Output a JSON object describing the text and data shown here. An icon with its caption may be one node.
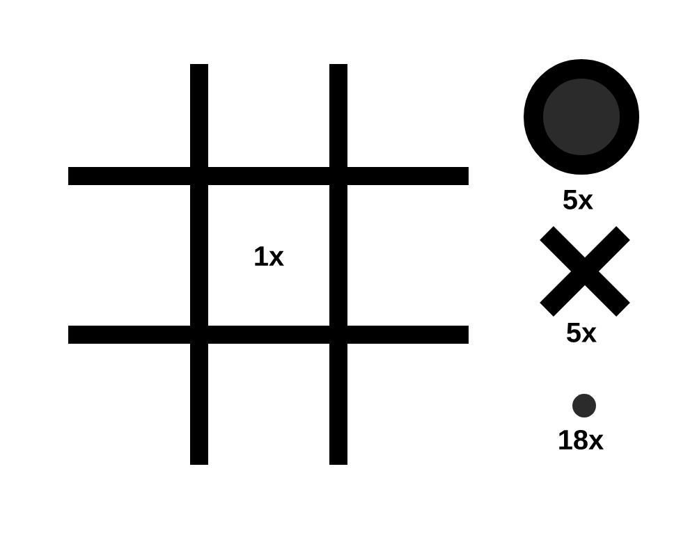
{
  "diagram": {
    "nodes": [
      {
        "text": [],
        "shape": "circle",
        "beside": [
          "5x"
        ]
      },
      {
        "text": [],
        "shape": "cross",
        "beside": [
          "5x"
        ]
      },
      {
        "text": [],
        "shape": "circle",
        "beside": [
          "18x"
        ]
      }
    ],
    "labels": [
      "1x"
    ]
  }
}
